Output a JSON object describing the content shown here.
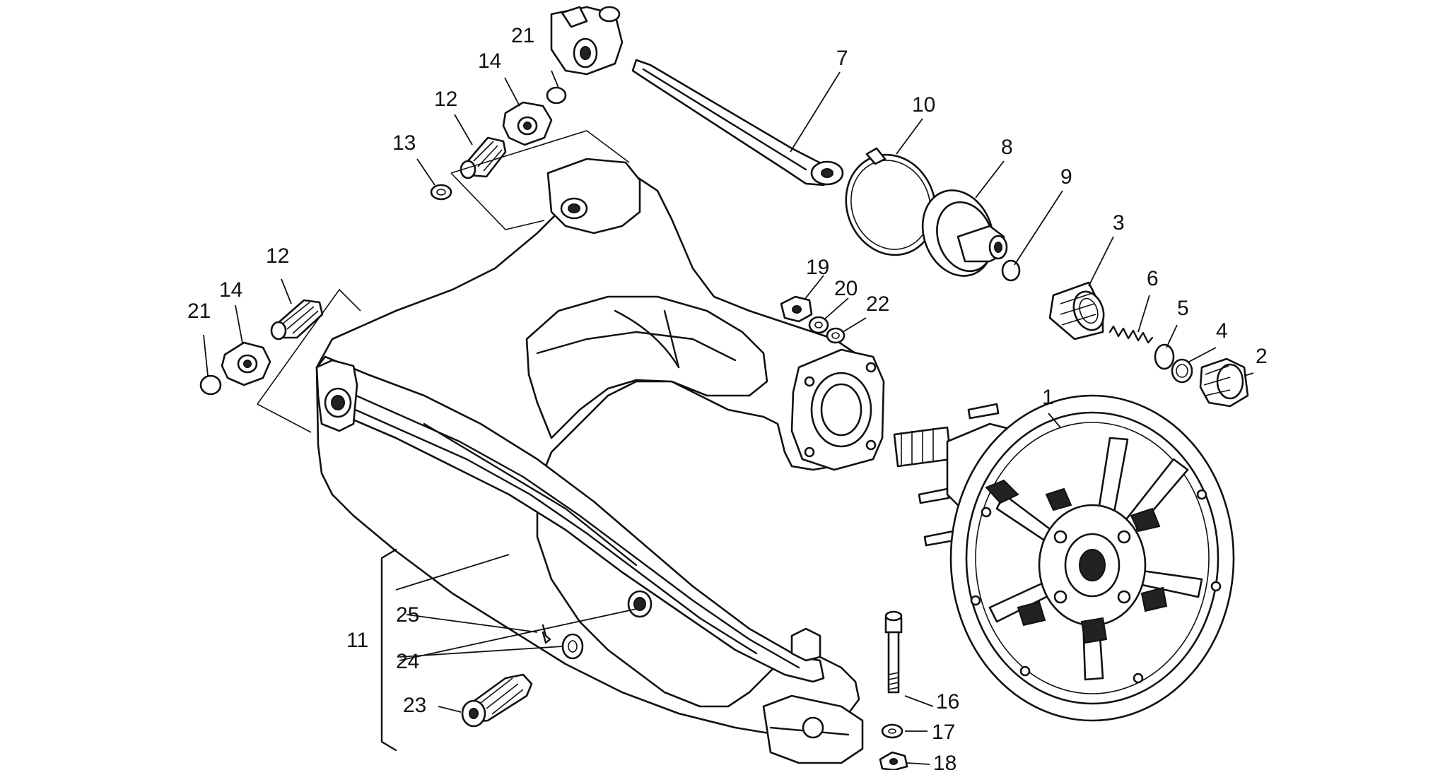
{
  "callouts": {
    "c1": "1",
    "c2": "2",
    "c3": "3",
    "c4": "4",
    "c5": "5",
    "c6": "6",
    "c7": "7",
    "c8": "8",
    "c9": "9",
    "c10": "10",
    "c11": "11",
    "c12a": "12",
    "c12b": "12",
    "c13": "13",
    "c14a": "14",
    "c14b": "14",
    "c16": "16",
    "c17": "17",
    "c18": "18",
    "c19": "19",
    "c20": "20",
    "c21a": "21",
    "c21b": "21",
    "c22": "22",
    "c23": "23",
    "c24": "24",
    "c25": "25"
  },
  "colors": {
    "ink": "#111111",
    "paper": "#ffffff"
  }
}
